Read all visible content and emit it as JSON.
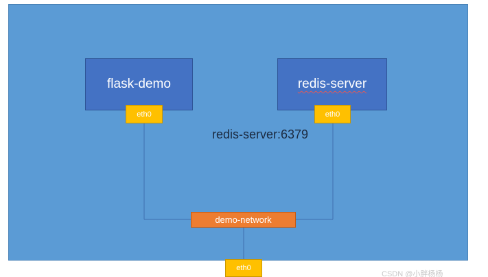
{
  "diagram": {
    "containers": [
      {
        "name": "flask-demo",
        "interface": "eth0"
      },
      {
        "name": "redis-server",
        "interface": "eth0"
      }
    ],
    "annotation": "redis-server:6379",
    "network": "demo-network",
    "host_interface": "eth0",
    "watermark": "CSDN @小胖杨杨",
    "colors": {
      "host": "#5b9bd5",
      "container": "#4472c4",
      "interface": "#ffc000",
      "network": "#ed7d31",
      "wire": "#3f6fb0"
    }
  }
}
